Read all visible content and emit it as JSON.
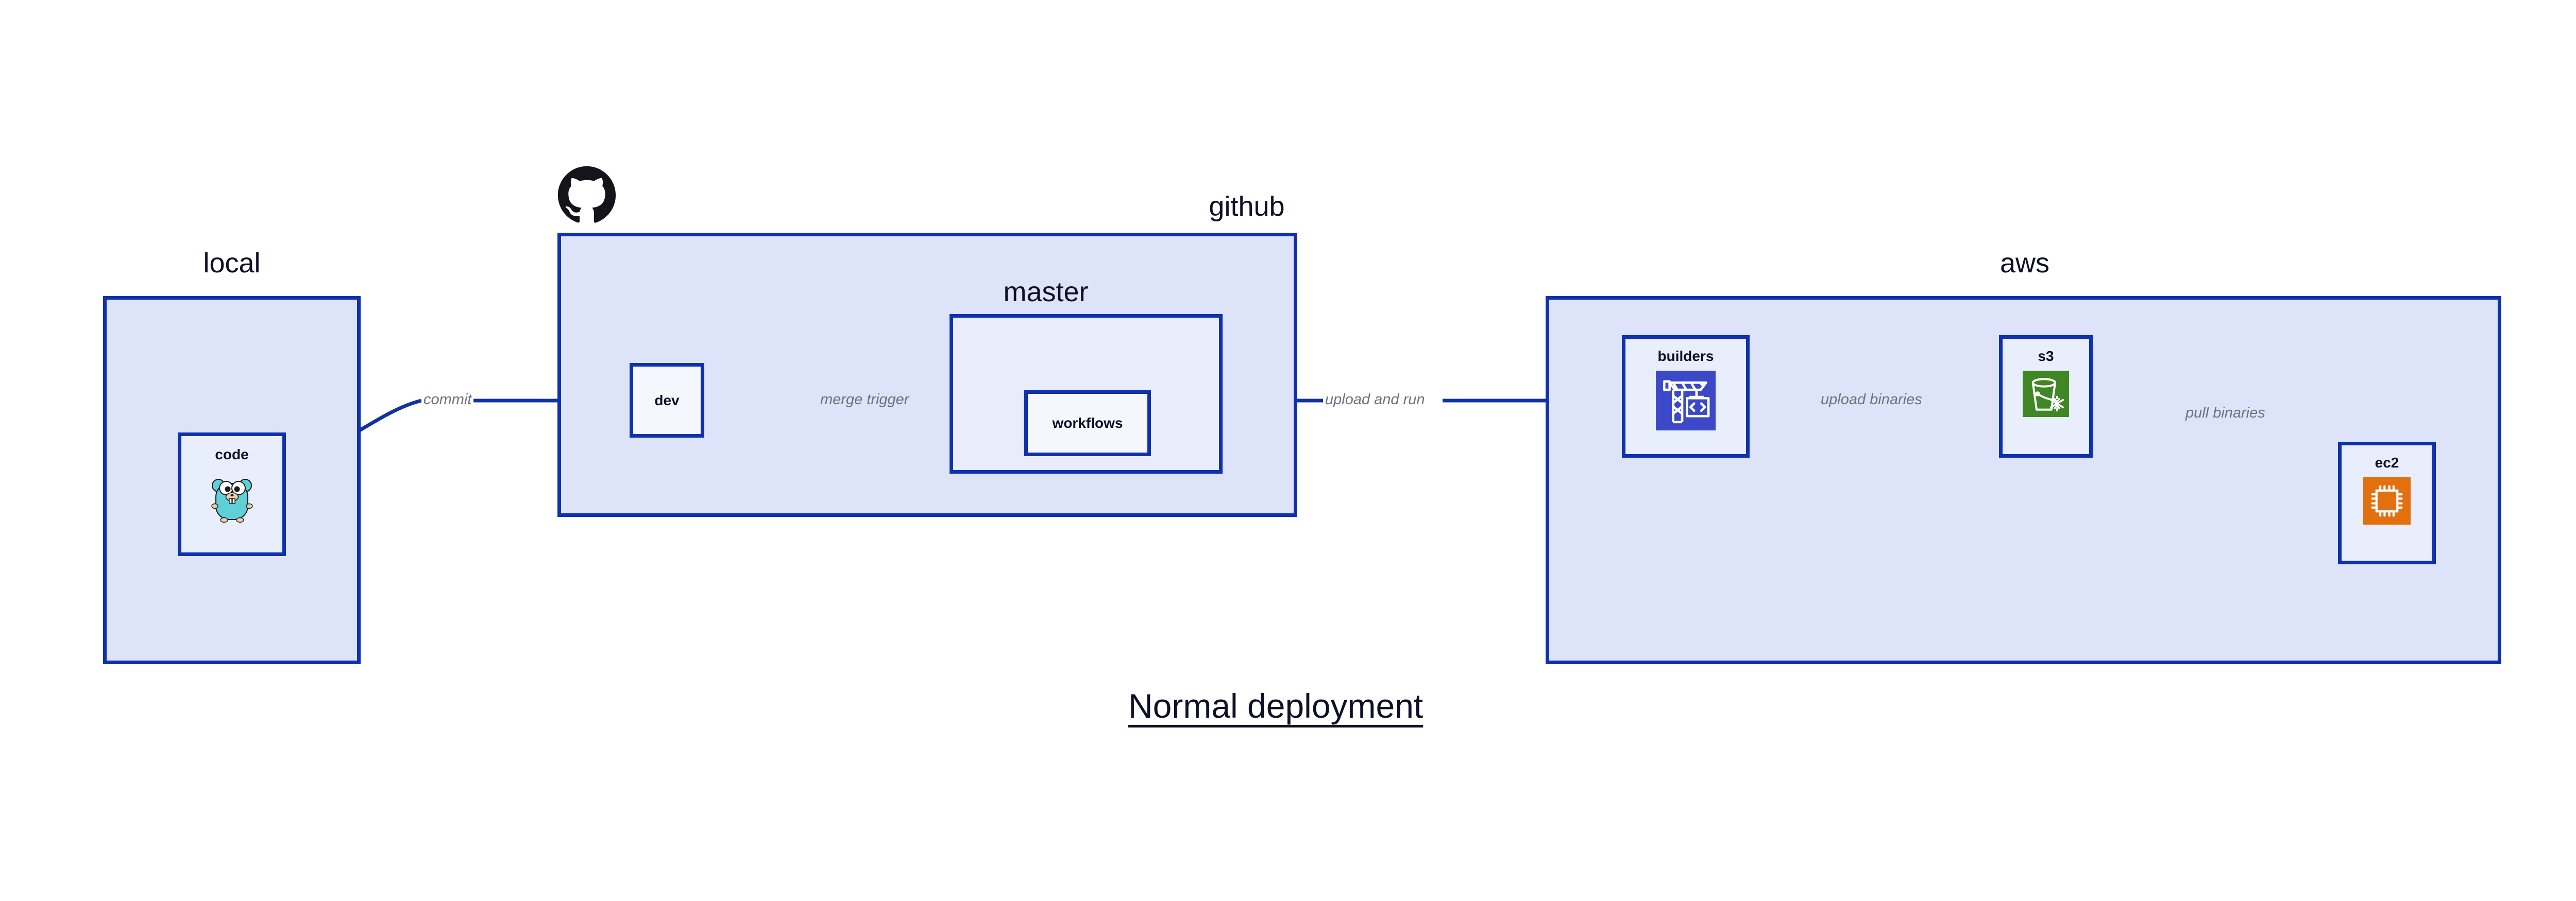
{
  "caption": "Normal deployment",
  "groups": [
    {
      "id": "local",
      "label": "local"
    },
    {
      "id": "github",
      "label": "github"
    },
    {
      "id": "master",
      "label": "master"
    },
    {
      "id": "aws",
      "label": "aws"
    }
  ],
  "nodes": [
    {
      "id": "code",
      "label": "code",
      "icon": "go-gopher-icon",
      "group": "local"
    },
    {
      "id": "dev",
      "label": "dev",
      "icon": null,
      "group": "github"
    },
    {
      "id": "workflows",
      "label": "workflows",
      "icon": null,
      "group": "master"
    },
    {
      "id": "builders",
      "label": "builders",
      "icon": "crane-code-icon",
      "group": "aws"
    },
    {
      "id": "s3",
      "label": "s3",
      "icon": "s3-bucket-icon",
      "group": "aws"
    },
    {
      "id": "ec2",
      "label": "ec2",
      "icon": "cpu-chip-icon",
      "group": "aws"
    }
  ],
  "edges": [
    {
      "id": "commit",
      "label": "commit",
      "from": "code",
      "to": "dev"
    },
    {
      "id": "merge-trigger",
      "label": "merge trigger",
      "from": "dev",
      "to": "workflows"
    },
    {
      "id": "upload-and-run",
      "label": "upload and run",
      "from": "workflows",
      "to": "builders"
    },
    {
      "id": "upload-binaries",
      "label": "upload binaries",
      "from": "builders",
      "to": "s3"
    },
    {
      "id": "pull-binaries",
      "label": "pull binaries",
      "from": "s3",
      "to": "ec2"
    }
  ],
  "logos": [
    {
      "id": "github-logo",
      "icon": "github-octocat-icon"
    }
  ],
  "colors": {
    "group_fill": "#dde3f8",
    "subgroup_fill": "#e9edfb",
    "node_fill": "#e9eefc",
    "border": "#0f31ad",
    "edge": "#12329f",
    "edge_label": "#6b7280",
    "text": "#0d1027",
    "builders_icon_bg": "#3b48c8",
    "s3_icon_bg": "#3f8624",
    "ec2_icon_bg": "#e2700f",
    "gopher_body": "#5fcfd8"
  }
}
